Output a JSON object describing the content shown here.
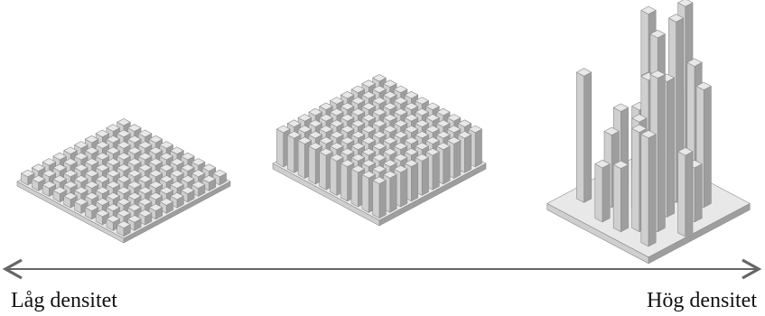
{
  "axis": {
    "left_label": "Låg densitet",
    "right_label": "Hög densitet"
  },
  "colors": {
    "top": "#e8e8e8",
    "left": "#cfcfcf",
    "right": "#9e9e9e",
    "outline": "#8a8a8a",
    "arrow": "#666666"
  },
  "panels": [
    {
      "name": "low-density-panel",
      "grid": 10,
      "heights": "uniform-low"
    },
    {
      "name": "medium-density-panel",
      "grid": 10,
      "heights": "uniform-tall-front"
    },
    {
      "name": "high-density-panel",
      "grid": 0,
      "heights": "irregular-towers"
    }
  ]
}
